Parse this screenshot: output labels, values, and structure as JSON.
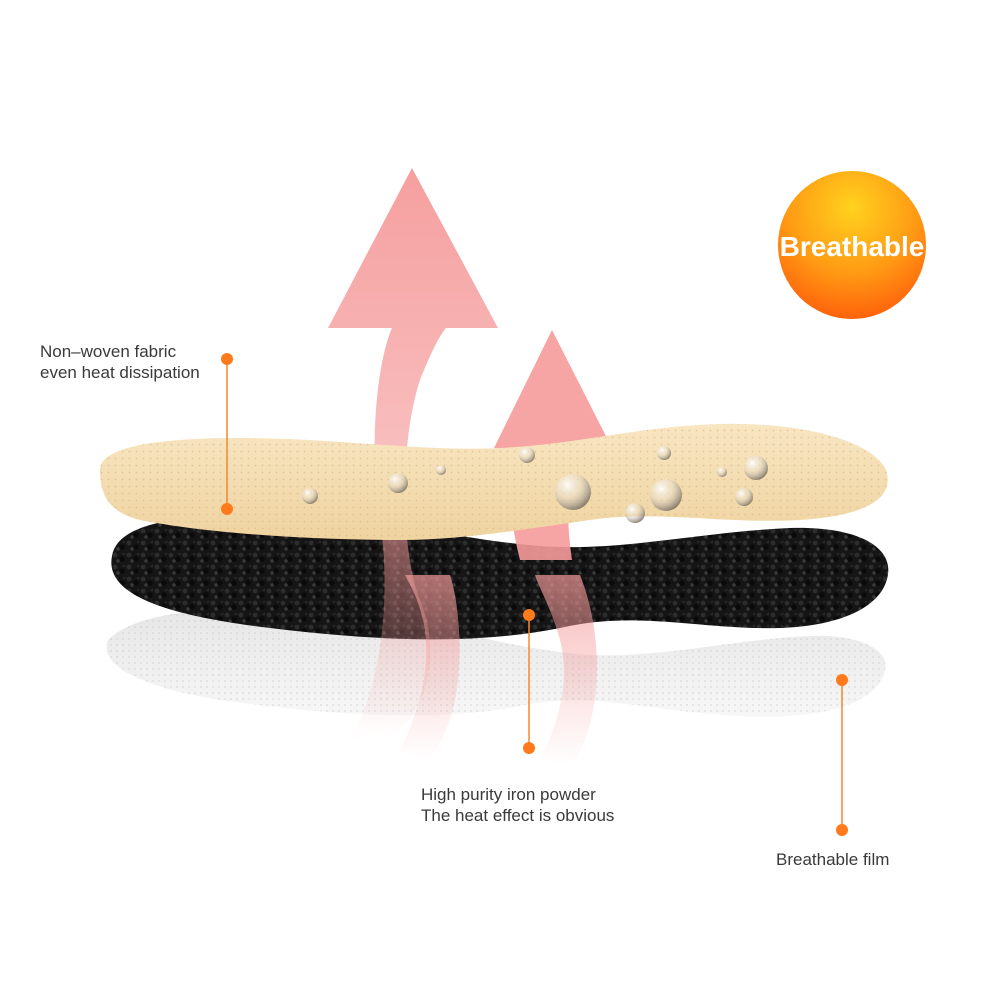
{
  "badge": {
    "text": "Breathable",
    "colors": [
      "#ffd21e",
      "#ff9a14",
      "#ff5a0a"
    ]
  },
  "callouts": [
    {
      "id": "top-layer",
      "lines": [
        "Non–woven fabric",
        "even heat dissipation"
      ]
    },
    {
      "id": "middle-layer",
      "lines": [
        "High purity iron powder",
        "The heat effect is obvious"
      ]
    },
    {
      "id": "bottom-layer",
      "lines": [
        "Breathable film"
      ]
    }
  ],
  "layers": [
    {
      "name": "Non-woven fabric",
      "color": "#f5dfb4"
    },
    {
      "name": "Iron powder",
      "color": "#141414"
    },
    {
      "name": "Breathable film",
      "color": "#dcdcdc"
    }
  ],
  "colors": {
    "accent": "#ff7a1a",
    "callout_line": "#f28a2e",
    "heat_arrow": "#f59a9a"
  }
}
